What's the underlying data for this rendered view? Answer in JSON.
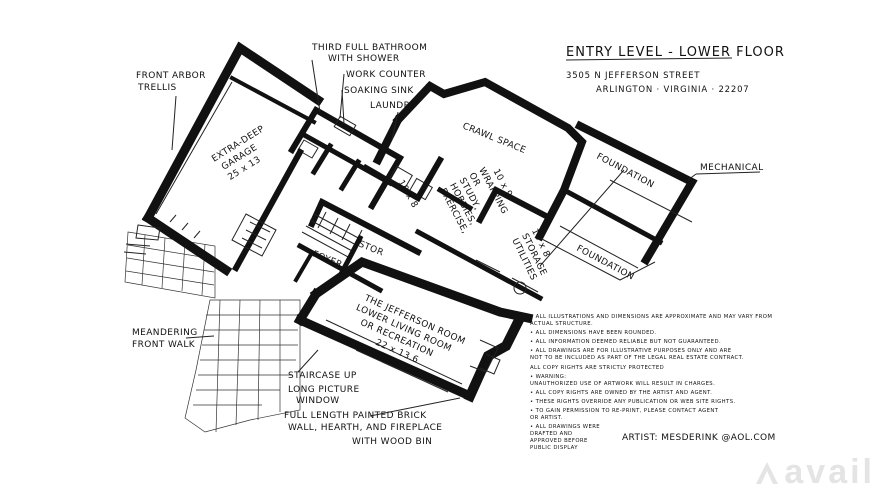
{
  "title": "ENTRY LEVEL - LOWER FLOOR",
  "address_line1": "3505 N JEFFERSON STREET",
  "address_line2": "ARLINGTON · VIRGINIA · 22207",
  "callouts": {
    "third_bath_1": "THIRD FULL BATHROOM",
    "third_bath_2": "WITH SHOWER",
    "work_counter": "WORK COUNTER",
    "soaking_sink": "SOAKING SINK",
    "laundry": "LAUNDRY",
    "front_arbor_1": "FRONT ARBOR",
    "front_arbor_2": "TRELLIS",
    "mechanical": "MECHANICAL",
    "meandering_1": "MEANDERING",
    "meandering_2": "FRONT WALK",
    "staircase_up": "STAIRCASE UP",
    "long_window_1": "LONG PICTURE",
    "long_window_2": "WINDOW",
    "fireplace_1": "FULL LENGTH PAINTED BRICK",
    "fireplace_2": "WALL, HEARTH, AND FIREPLACE",
    "fireplace_3": "WITH WOOD BIN"
  },
  "rooms": {
    "garage_1": "EXTRA-DEEP",
    "garage_2": "GARAGE",
    "garage_3": "25 x 13",
    "crawl_space": "CRAWL SPACE",
    "foundation_1": "FOUNDATION",
    "foundation_2": "FOUNDATION",
    "exercise_1": "EXERCISE,",
    "exercise_2": "HOBBIES,",
    "exercise_3": "STUDY,",
    "exercise_4": "OR",
    "exercise_5": "WRAPPING",
    "exercise_6": "10 x 9",
    "utilities_1": "UTILITIES",
    "utilities_2": "STORAGE",
    "utilities_3": "10 x 8",
    "laundry_dim": "10 x 8",
    "foyer": "FOYER",
    "stor": "STOR",
    "living_1": "THE JEFFERSON ROOM",
    "living_2": "LOWER LIVING ROOM",
    "living_3": "OR RECREATION",
    "living_4": "22 x 13.6"
  },
  "notes": [
    "• ALL ILLUSTRATIONS AND DIMENSIONS ARE APPROXIMATE AND MAY VARY FROM",
    "  ACTUAL STRUCTURE.",
    "• ALL DIMENSIONS HAVE BEEN ROUNDED.",
    "• ALL INFORMATION DEEMED RELIABLE BUT NOT GUARANTEED.",
    "• ALL DRAWINGS ARE FOR ILLUSTRATIVE PURPOSES ONLY AND ARE",
    "  NOT TO BE INCLUDED AS PART OF THE LEGAL REAL ESTATE CONTRACT.",
    "ALL COPY RIGHTS ARE STRICTLY PROTECTED",
    "• WARNING:",
    "  UNAUTHORIZED USE OF ARTWORK WILL RESULT IN CHARGES.",
    "• ALL COPY RIGHTS ARE OWNED BY THE ARTIST AND AGENT.",
    "• THESE RIGHTS OVERRIDE ANY PUBLICATION OR WEB SITE RIGHTS.",
    "• TO GAIN PERMISSION TO RE-PRINT, PLEASE CONTACT AGENT",
    "  OR ARTIST.",
    "• ALL DRAWINGS WERE",
    "  DRAFTED AND",
    "  APPROVED BEFORE",
    "  PUBLIC DISPLAY"
  ],
  "artist": "ARTIST: MESDERINK @AOL.COM",
  "watermark": "avail"
}
